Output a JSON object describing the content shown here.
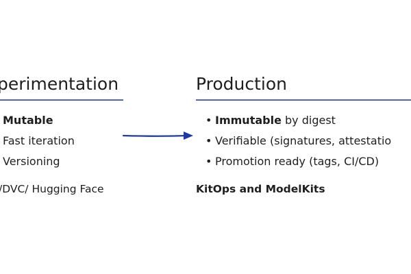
{
  "left": {
    "title": "perimentation",
    "items": [
      {
        "text": "Mutable",
        "bold": true
      },
      {
        "text": "Fast iteration"
      },
      {
        "text": "Versioning"
      }
    ],
    "footer": "/DVC/ Hugging Face"
  },
  "right": {
    "title": "Production",
    "items": [
      {
        "bold": "Immutable",
        "rest": " by digest"
      },
      {
        "rest": "Verifiable (signatures, attestatio"
      },
      {
        "rest": "Promotion ready (tags, CI/CD)"
      }
    ],
    "bullet": "•",
    "footer": "KitOps and ModelKits"
  },
  "colors": {
    "rule": "#4a64c8",
    "arrow": "#1f3aa6",
    "text": "#1e1e1e"
  }
}
